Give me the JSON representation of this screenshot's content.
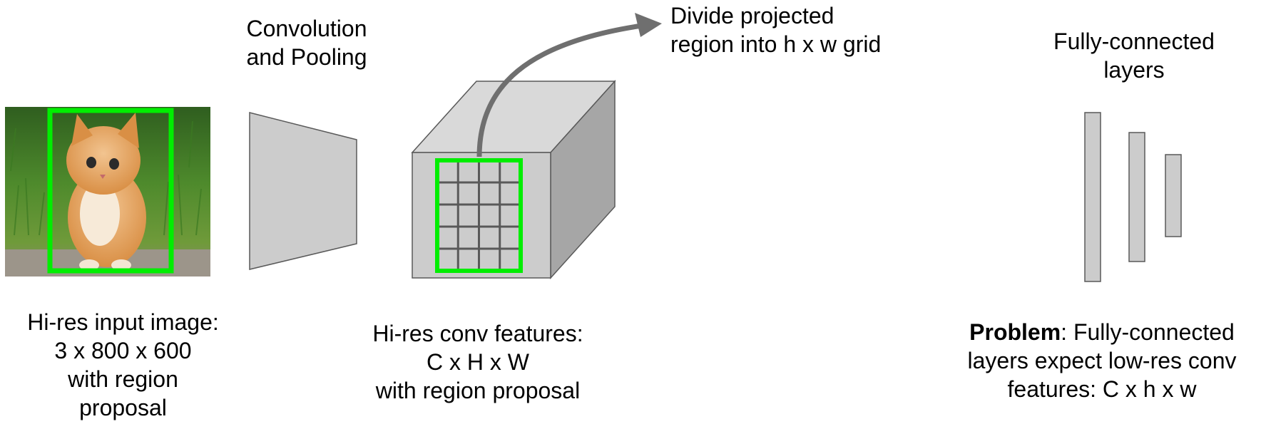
{
  "conv_pool_label": [
    "Convolution",
    "and Pooling"
  ],
  "divide_label": [
    "Divide projected",
    "region into h x w grid"
  ],
  "fc_label": [
    "Fully-connected",
    "layers"
  ],
  "input_caption": [
    "Hi-res input image:",
    "3 x 800 x 600",
    "with region",
    "proposal"
  ],
  "features_caption": [
    "Hi-res conv features:",
    "C x H x W",
    "with region proposal"
  ],
  "problem_caption": {
    "bold": "Problem",
    "line1_rest": ": Fully-connected",
    "line2": "layers expect low-res conv",
    "line3": "features: C x h x w"
  },
  "colors": {
    "proposal_box": "#00ee00",
    "shape_fill": "#cccccc",
    "shape_side": "#a6a6a6",
    "shape_top": "#d9d9d9",
    "outline": "#595959",
    "arrow": "#6f6f6f"
  },
  "grid": {
    "rows": 5,
    "cols": 4
  },
  "image": {
    "subject": "kitten-photo"
  }
}
